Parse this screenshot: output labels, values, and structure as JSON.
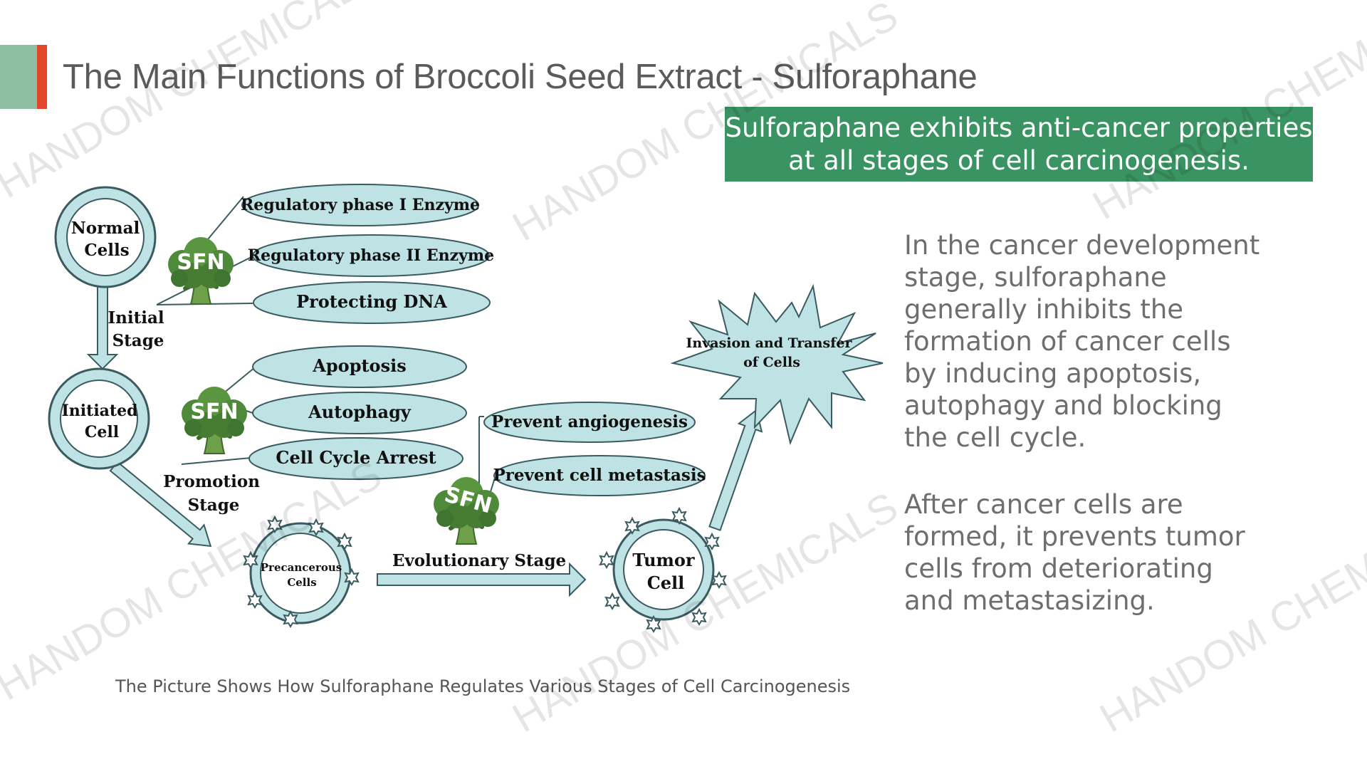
{
  "header": {
    "title": "The Main Functions of Broccoli Seed Extract - Sulforaphane"
  },
  "callout": {
    "line1": "Sulforaphane exhibits anti-cancer properties",
    "line2": "at all stages of cell carcinogenesis."
  },
  "side_text": {
    "development": "In the cancer development\n stage, sulforaphane\ngenerally inhibits the\nformation of cancer cells\nby inducing apoptosis,\nautophagy and blocking\nthe cell cycle.",
    "after": "After cancer cells are\nformed, it prevents tumor\ncells from deteriorating\nand metastasizing."
  },
  "diagram": {
    "caption": "The Picture Shows How Sulforaphane Regulates Various Stages of Cell Carcinogenesis",
    "cells": {
      "normal": [
        "Normal",
        "Cells"
      ],
      "initiated": [
        "Initiated",
        "Cell"
      ],
      "precancerous": [
        "Precancerous",
        "Cells"
      ],
      "tumor": [
        "Tumor",
        "Cell"
      ]
    },
    "stages": {
      "initial": [
        "Initial",
        "Stage"
      ],
      "promotion": [
        "Promotion",
        "Stage"
      ],
      "evolutionary": "Evolutionary Stage"
    },
    "sfn_label": "SFN",
    "functions": {
      "phase1": "Regulatory phase I Enzyme",
      "phase2": "Regulatory phase II Enzyme",
      "dna": "Protecting DNA",
      "apoptosis": "Apoptosis",
      "autophagy": "Autophagy",
      "cell_cycle": "Cell Cycle Arrest",
      "angiogenesis": "Prevent angiogenesis",
      "metastasis": "Prevent cell metastasis"
    },
    "invasion": [
      "Invasion and Transfer",
      "of Cells"
    ]
  },
  "watermark": "HANDOM CHEMICALS",
  "colors": {
    "accent_green": "#3a9363",
    "accent_red": "#e2472a",
    "accent_mint": "#8fbfa3",
    "diagram_fill": "#bfe2e4",
    "diagram_stroke": "#3a5b60",
    "broccoli": "#4f8a3a"
  }
}
